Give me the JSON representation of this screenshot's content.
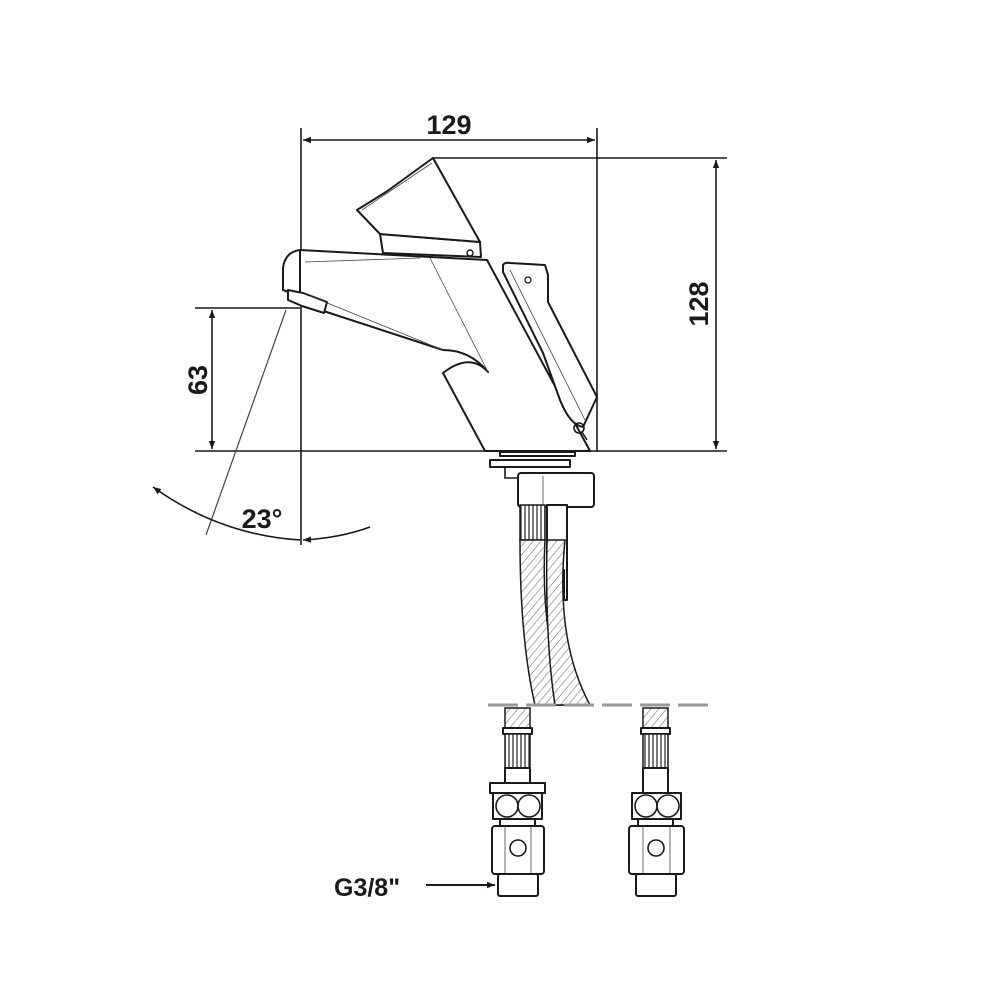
{
  "title": "Basin mixer faucet dimension drawing",
  "dimensions": {
    "width": "129",
    "height": "128",
    "spout_height": "63",
    "angle": "23°"
  },
  "connection_label": "G3/8\"",
  "colors": {
    "line": "#1a1a1a",
    "deck_line": "#999999"
  }
}
